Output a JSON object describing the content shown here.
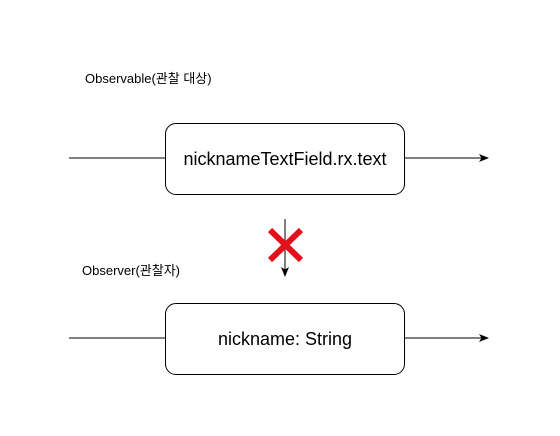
{
  "diagram": {
    "observable": {
      "label": "Observable(관찰 대상)",
      "node_text": "nicknameTextField.rx.text"
    },
    "observer": {
      "label": "Observer(관찰자)",
      "node_text": "nickname: String"
    },
    "binding_blocked_mark": "x-cross-red",
    "colors": {
      "stroke": "#000000",
      "cross": "#e3101b",
      "background": "#ffffff"
    }
  }
}
